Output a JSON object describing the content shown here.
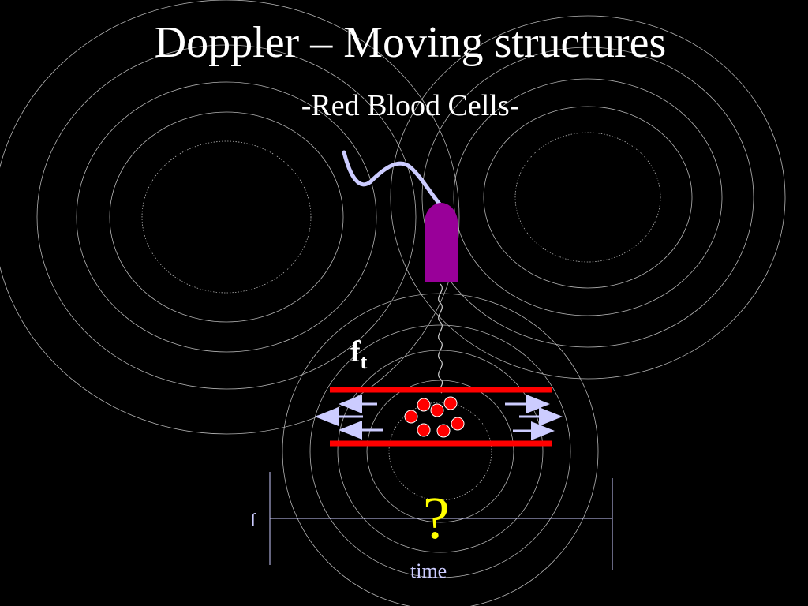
{
  "slide": {
    "title": "Doppler – Moving structures",
    "subtitle": "-Red Blood Cells-"
  },
  "diagram": {
    "transmit_label_main": "f",
    "transmit_label_sub": "t",
    "unknown_label": "?",
    "graph_y_label": "f",
    "graph_x_label": "time"
  },
  "colors": {
    "background": "#000000",
    "text": "#ffffff",
    "probe": "#990099",
    "cable": "#ccccff",
    "vessel": "#ff0000",
    "cell": "#ff0000",
    "arrow": "#ccccff",
    "question": "#ffff00",
    "rings": "#b4b4b4"
  }
}
